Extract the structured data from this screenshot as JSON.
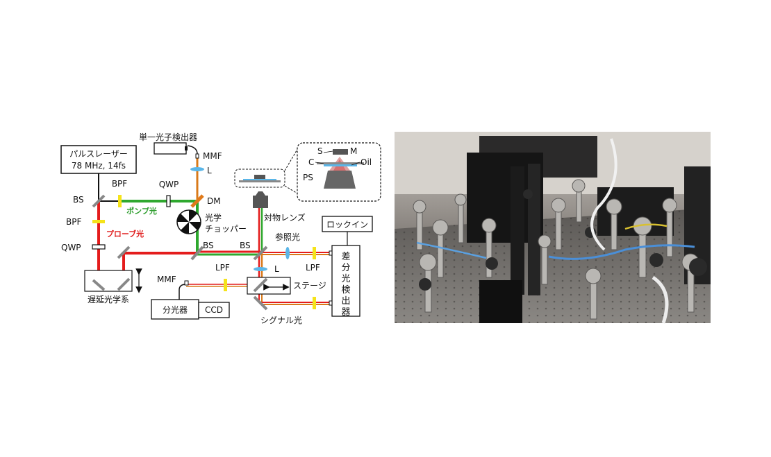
{
  "labels": {
    "laser_line1": "パルスレーザー",
    "laser_line2": "78 MHz, 14fs",
    "spd": "単一光子検出器",
    "mmf_top": "MMF",
    "l_top": "L",
    "dm": "DM",
    "qwp_top": "QWP",
    "bpf_top": "BPF",
    "bs_left": "BS",
    "bpf_left": "BPF",
    "qwp_left": "QWP",
    "pump": "ポンプ光",
    "probe": "プローブ光",
    "chopper_line1": "光学",
    "chopper_line2": "チョッパー",
    "bs_mid": "BS",
    "bs_right": "BS",
    "objective": "対物レンズ",
    "inset_s": "S",
    "inset_m": "M",
    "inset_c": "C",
    "inset_oil": "Oil",
    "inset_ps": "PS",
    "lockin": "ロックイン",
    "reference": "参照光",
    "lpf_right": "LPF",
    "lpf_left": "LPF",
    "l_mid": "L",
    "stage": "ステージ",
    "signal": "シグナル光",
    "mmf_bottom": "MMF",
    "spectrometer": "分光器",
    "ccd": "CCD",
    "delay": "遅延光学系",
    "diff_detector": [
      "差",
      "分",
      "光",
      "検",
      "出",
      "器"
    ]
  },
  "colors": {
    "probe_beam": "#e41c1c",
    "pump_beam": "#2ea82e",
    "combined_beam": "#d97a1a",
    "filter": "#f5e31a",
    "lens": "#5bb6e8",
    "mirror": "#888888",
    "dichroic": "#e07a1a"
  },
  "photo": {
    "caption": ""
  }
}
